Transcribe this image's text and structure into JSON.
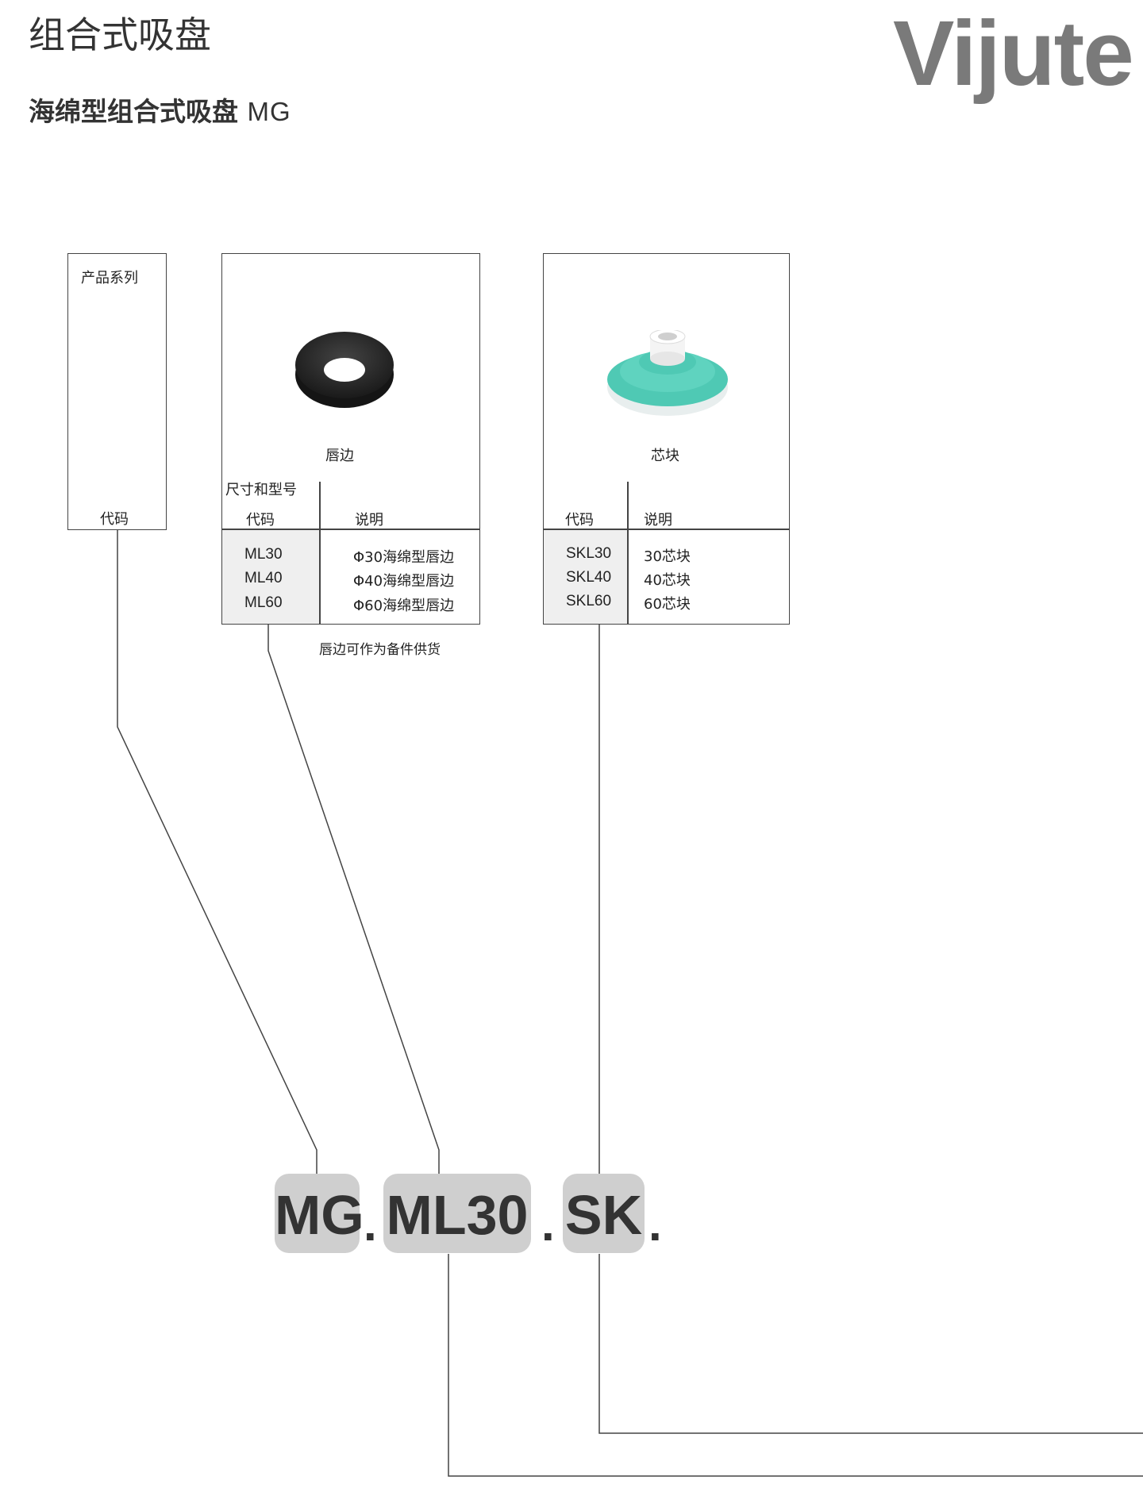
{
  "header": {
    "title": "组合式吸盘",
    "subtitle": "海绵型组合式吸盘",
    "subtitle_code": "MG",
    "logo": "Vijute"
  },
  "series_box": {
    "title": "产品系列",
    "code_label": "代码"
  },
  "lip_box": {
    "image": "black-sponge-ring",
    "caption": "唇边",
    "size_label": "尺寸和型号",
    "col_code": "代码",
    "col_desc": "说明",
    "rows": [
      {
        "code": "ML30",
        "desc": "Φ30海绵型唇边"
      },
      {
        "code": "ML40",
        "desc": "Φ40海绵型唇边"
      },
      {
        "code": "ML60",
        "desc": "Φ60海绵型唇边"
      }
    ],
    "note": "唇边可作为备件供货"
  },
  "core_box": {
    "image": "teal-core-block",
    "caption": "芯块",
    "col_code": "代码",
    "col_desc": "说明",
    "rows": [
      {
        "code": "SKL30",
        "desc": "30芯块"
      },
      {
        "code": "SKL40",
        "desc": "40芯块"
      },
      {
        "code": "SKL60",
        "desc": "60芯块"
      }
    ]
  },
  "order_code": {
    "part1": "MG",
    "part2": "ML30",
    "part3": "SK",
    "separator": "."
  },
  "colors": {
    "pill_bg": "#cfcfcf",
    "shade": "#efefef",
    "logo": "#7a7a7a",
    "teal": "#4fc9b4"
  }
}
